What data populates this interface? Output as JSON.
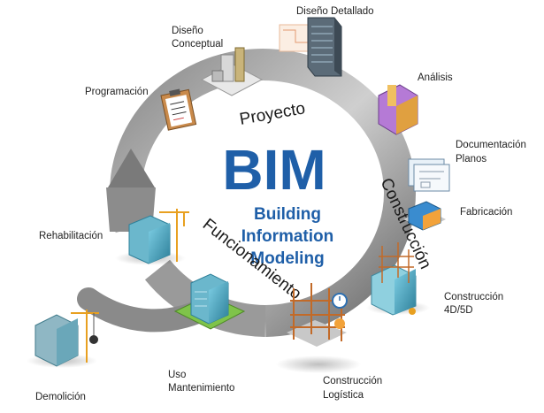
{
  "center": {
    "acronym": "BIM",
    "line1": "Building",
    "line2": "Information",
    "line3": "Modeling"
  },
  "phases": {
    "top": "Proyecto",
    "right": "Construcción",
    "left": "Funcionamiento"
  },
  "stages": {
    "programacion": "Programación",
    "diseno_conceptual_1": "Diseño",
    "diseno_conceptual_2": "Conceptual",
    "diseno_detallado": "Diseño Detallado",
    "analisis": "Análisis",
    "documentacion_1": "Documentación",
    "documentacion_2": "Planos",
    "fabricacion": "Fabricación",
    "construccion_4d_1": "Construcción",
    "construccion_4d_2": "4D/5D",
    "construccion_logistica_1": "Construcción",
    "construccion_logistica_2": "Logística",
    "uso_1": "Uso",
    "uso_2": "Mantenimiento",
    "rehabilitacion": "Rehabilitación",
    "demolicion": "Demolición"
  },
  "colors": {
    "ring_dark": "#6d6d6d",
    "ring_light": "#c4c4c4",
    "accent_blue": "#1f5fa8",
    "building_teal": "#4a9fb5",
    "crane_orange": "#e8a020",
    "lawn_green": "#7fc34a"
  }
}
